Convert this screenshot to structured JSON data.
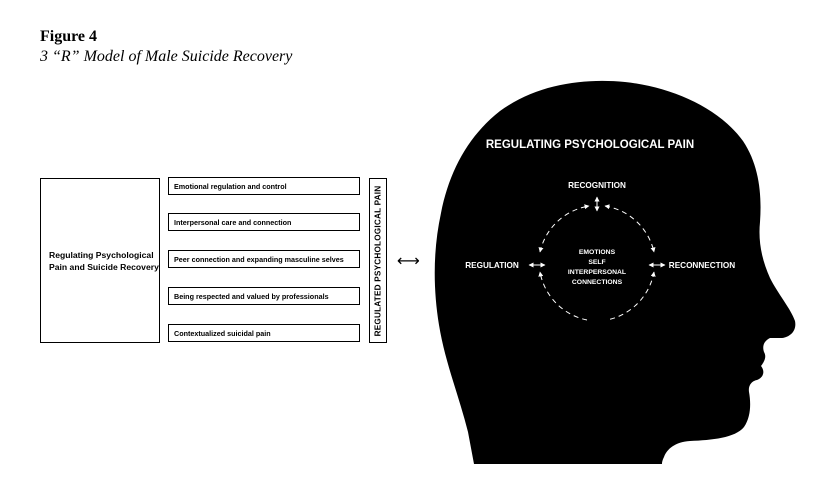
{
  "figure": {
    "label": "Figure 4",
    "caption": "3 “R” Model of Male Suicide Recovery"
  },
  "left_panel": {
    "main_box": "Regulating Psychological Pain and Suicide Recovery",
    "sub_boxes": [
      "Emotional regulation and control",
      "Interpersonal care and connection",
      "Peer connection and expanding masculine selves",
      "Being respected and valued by professionals",
      "Contextualized suicidal pain"
    ],
    "vertical_label": "REGULATED PSYCHOLOGICAL PAIN",
    "connector_symbol": "⟷"
  },
  "head": {
    "title": "REGULATING PSYCHOLOGICAL PAIN",
    "top_label": "RECOGNITION",
    "left_label": "REGULATION",
    "right_label": "RECONNECTION",
    "center_lines": [
      "EMOTIONS",
      "SELF",
      "INTERPERSONAL",
      "CONNECTIONS"
    ],
    "fill_color": "#000000",
    "text_color": "#ffffff"
  }
}
